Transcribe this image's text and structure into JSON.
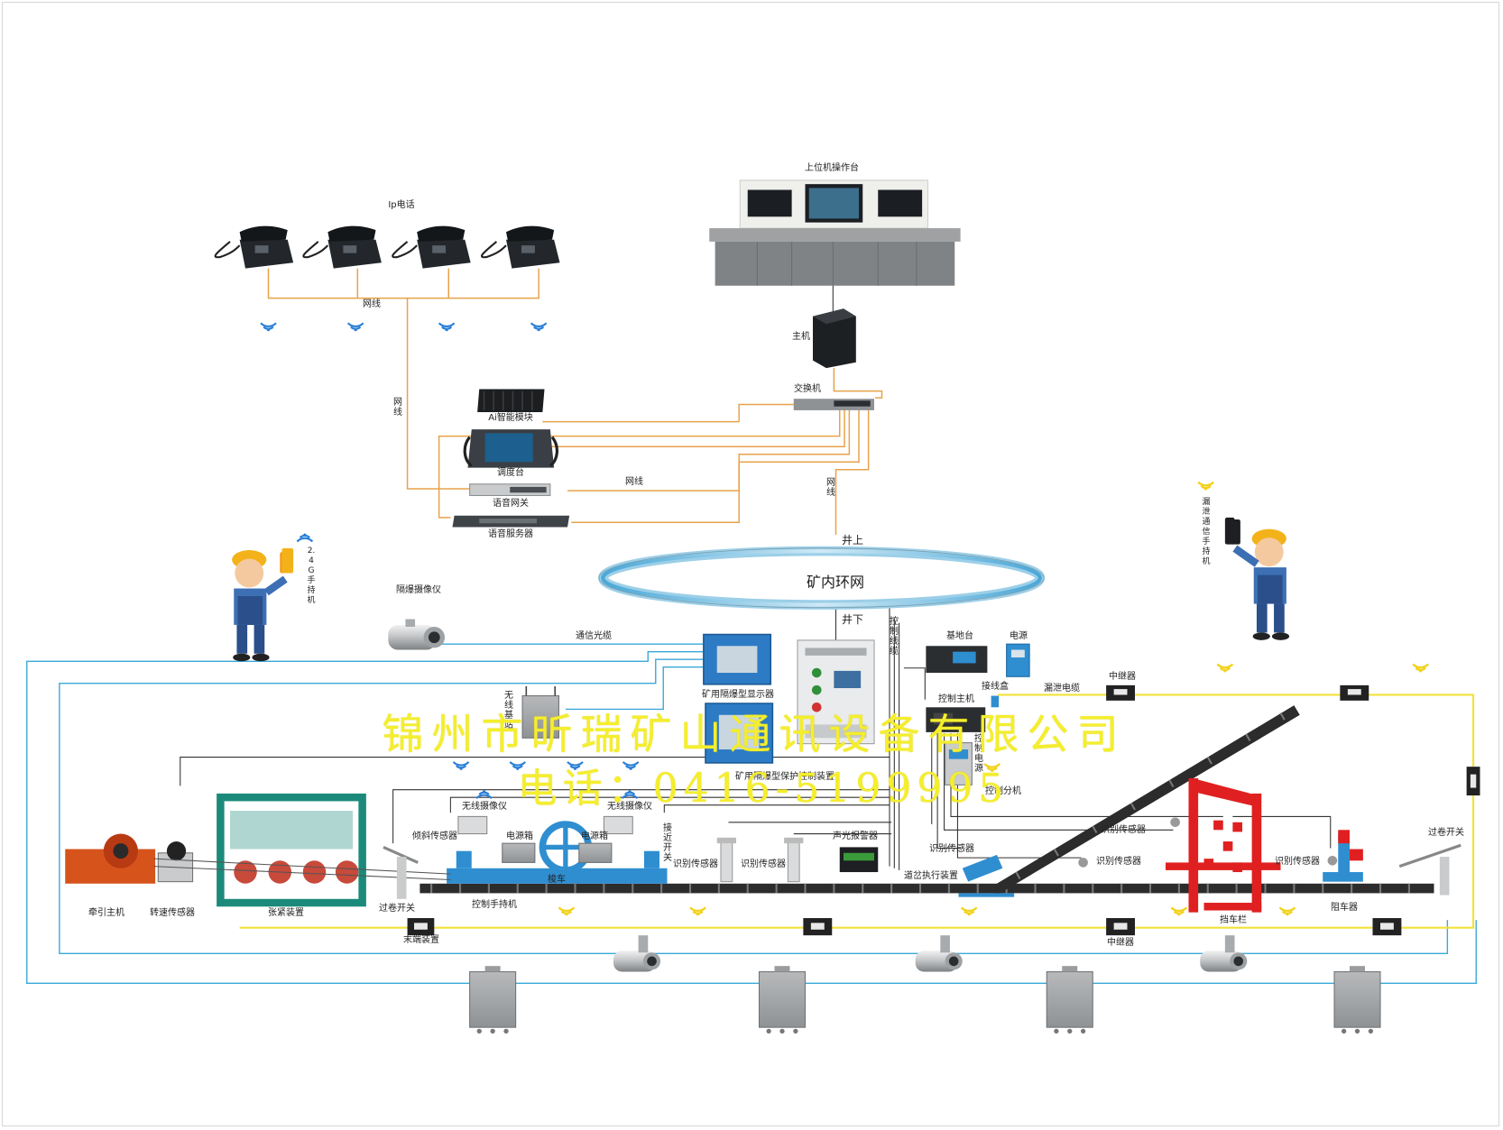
{
  "top": {
    "ip_phone": "Ip电话",
    "console": "上位机操作台",
    "host": "主机",
    "switch": "交换机",
    "ai_module": "Ai智能模块",
    "dispatch": "调度台",
    "voice_gateway": "语音网关",
    "voice_server": "语音服务器",
    "net_line": "网线",
    "surface": "井上",
    "underground": "井下",
    "ring": "矿内环网",
    "control_cable": "控制线缆"
  },
  "handhelds": {
    "left": "2.4G手持机",
    "right": "漏泄通信手持机"
  },
  "equipment": {
    "camera_explosion": "隔爆摄像仪",
    "fiber": "通信光缆",
    "mine_display": "矿用隔爆型显示器",
    "wireless_ap": "无线基站",
    "base_station": "基地台",
    "power": "电源",
    "control_host": "控制主机",
    "junction": "接线盒",
    "leaky_cable": "漏泄电缆",
    "repeater": "中继器",
    "control_box_v": "控制电源",
    "protect_device": "矿用隔爆型保护控制装置",
    "control_ext": "控制分机",
    "wireless_cam_1": "无线摄像仪",
    "wireless_cam_2": "无线摄像仪",
    "tilt_sensor": "倾斜传感器",
    "power_box_1": "电源箱",
    "power_box_2": "电源箱",
    "proximity_switch": "接近开关",
    "shuttle": "梭车",
    "control_handheld": "控制手持机",
    "id_sensor": "识别传感器",
    "alarm": "声光报警器",
    "track_actuator": "道岔执行装置",
    "overwind_switch": "过卷开关",
    "end_device": "末端装置",
    "stop_gate": "挡车栏",
    "retarder": "阻车器",
    "traction": "牵引主机",
    "speed_sensor": "转速传感器",
    "tension": "张紧装置"
  },
  "watermark": {
    "company": "锦州市昕瑞矿山通讯设备有限公司",
    "phone": "电话：0416-5199995"
  },
  "colors": {
    "net_orange": "#e8a24a",
    "fiber_blue": "#3aa8d8",
    "leaky_yellow": "#f2e23a",
    "wifi_blue": "#2a7fd6",
    "wifi_yellow": "#f2d21a",
    "watermark": "#f4ee2e"
  }
}
